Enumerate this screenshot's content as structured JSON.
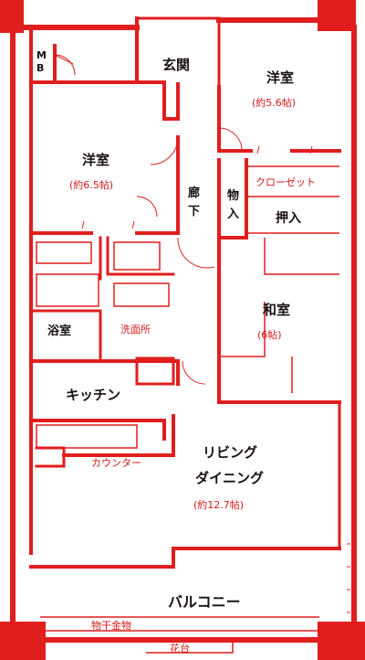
{
  "rooms": {
    "mb": "MB",
    "entrance": "玄関",
    "western_room_1": {
      "name": "洋室",
      "size": "(約5.6帖)"
    },
    "western_room_2": {
      "name": "洋室",
      "size": "(約6.5帖)"
    },
    "corridor": "廊下",
    "closet_small": "クローゼット",
    "closet_wide": "物入",
    "oshiire": "押入",
    "japanese_room": {
      "name": "和室",
      "size": "(6帖)"
    },
    "bath": "浴室",
    "washroom": "洗面所",
    "kitchen": "キッチン",
    "counter": "カウンター",
    "living": {
      "name_1": "リビング",
      "name_2": "ダイニング",
      "size": "(約12.7帖)"
    },
    "balcony": "バルコニー",
    "porch_note": "物干金物",
    "flower_box": "花台"
  },
  "colors": {
    "wall": "#e01e1e",
    "text": "#1a1010"
  }
}
